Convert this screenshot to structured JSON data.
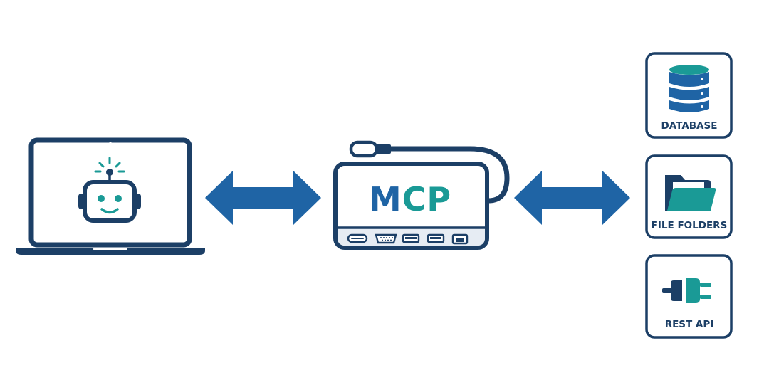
{
  "hub": {
    "label_part1": "M",
    "label_part2": "CP"
  },
  "resources": [
    {
      "label": "DATABASE",
      "icon": "database-icon"
    },
    {
      "label": "FILE FOLDERS",
      "icon": "folder-icon"
    },
    {
      "label": "REST API",
      "icon": "plug-icon"
    }
  ],
  "colors": {
    "navy": "#1c3f66",
    "blue": "#1f64a5",
    "teal": "#1a9a96",
    "light": "#eef3f8"
  }
}
